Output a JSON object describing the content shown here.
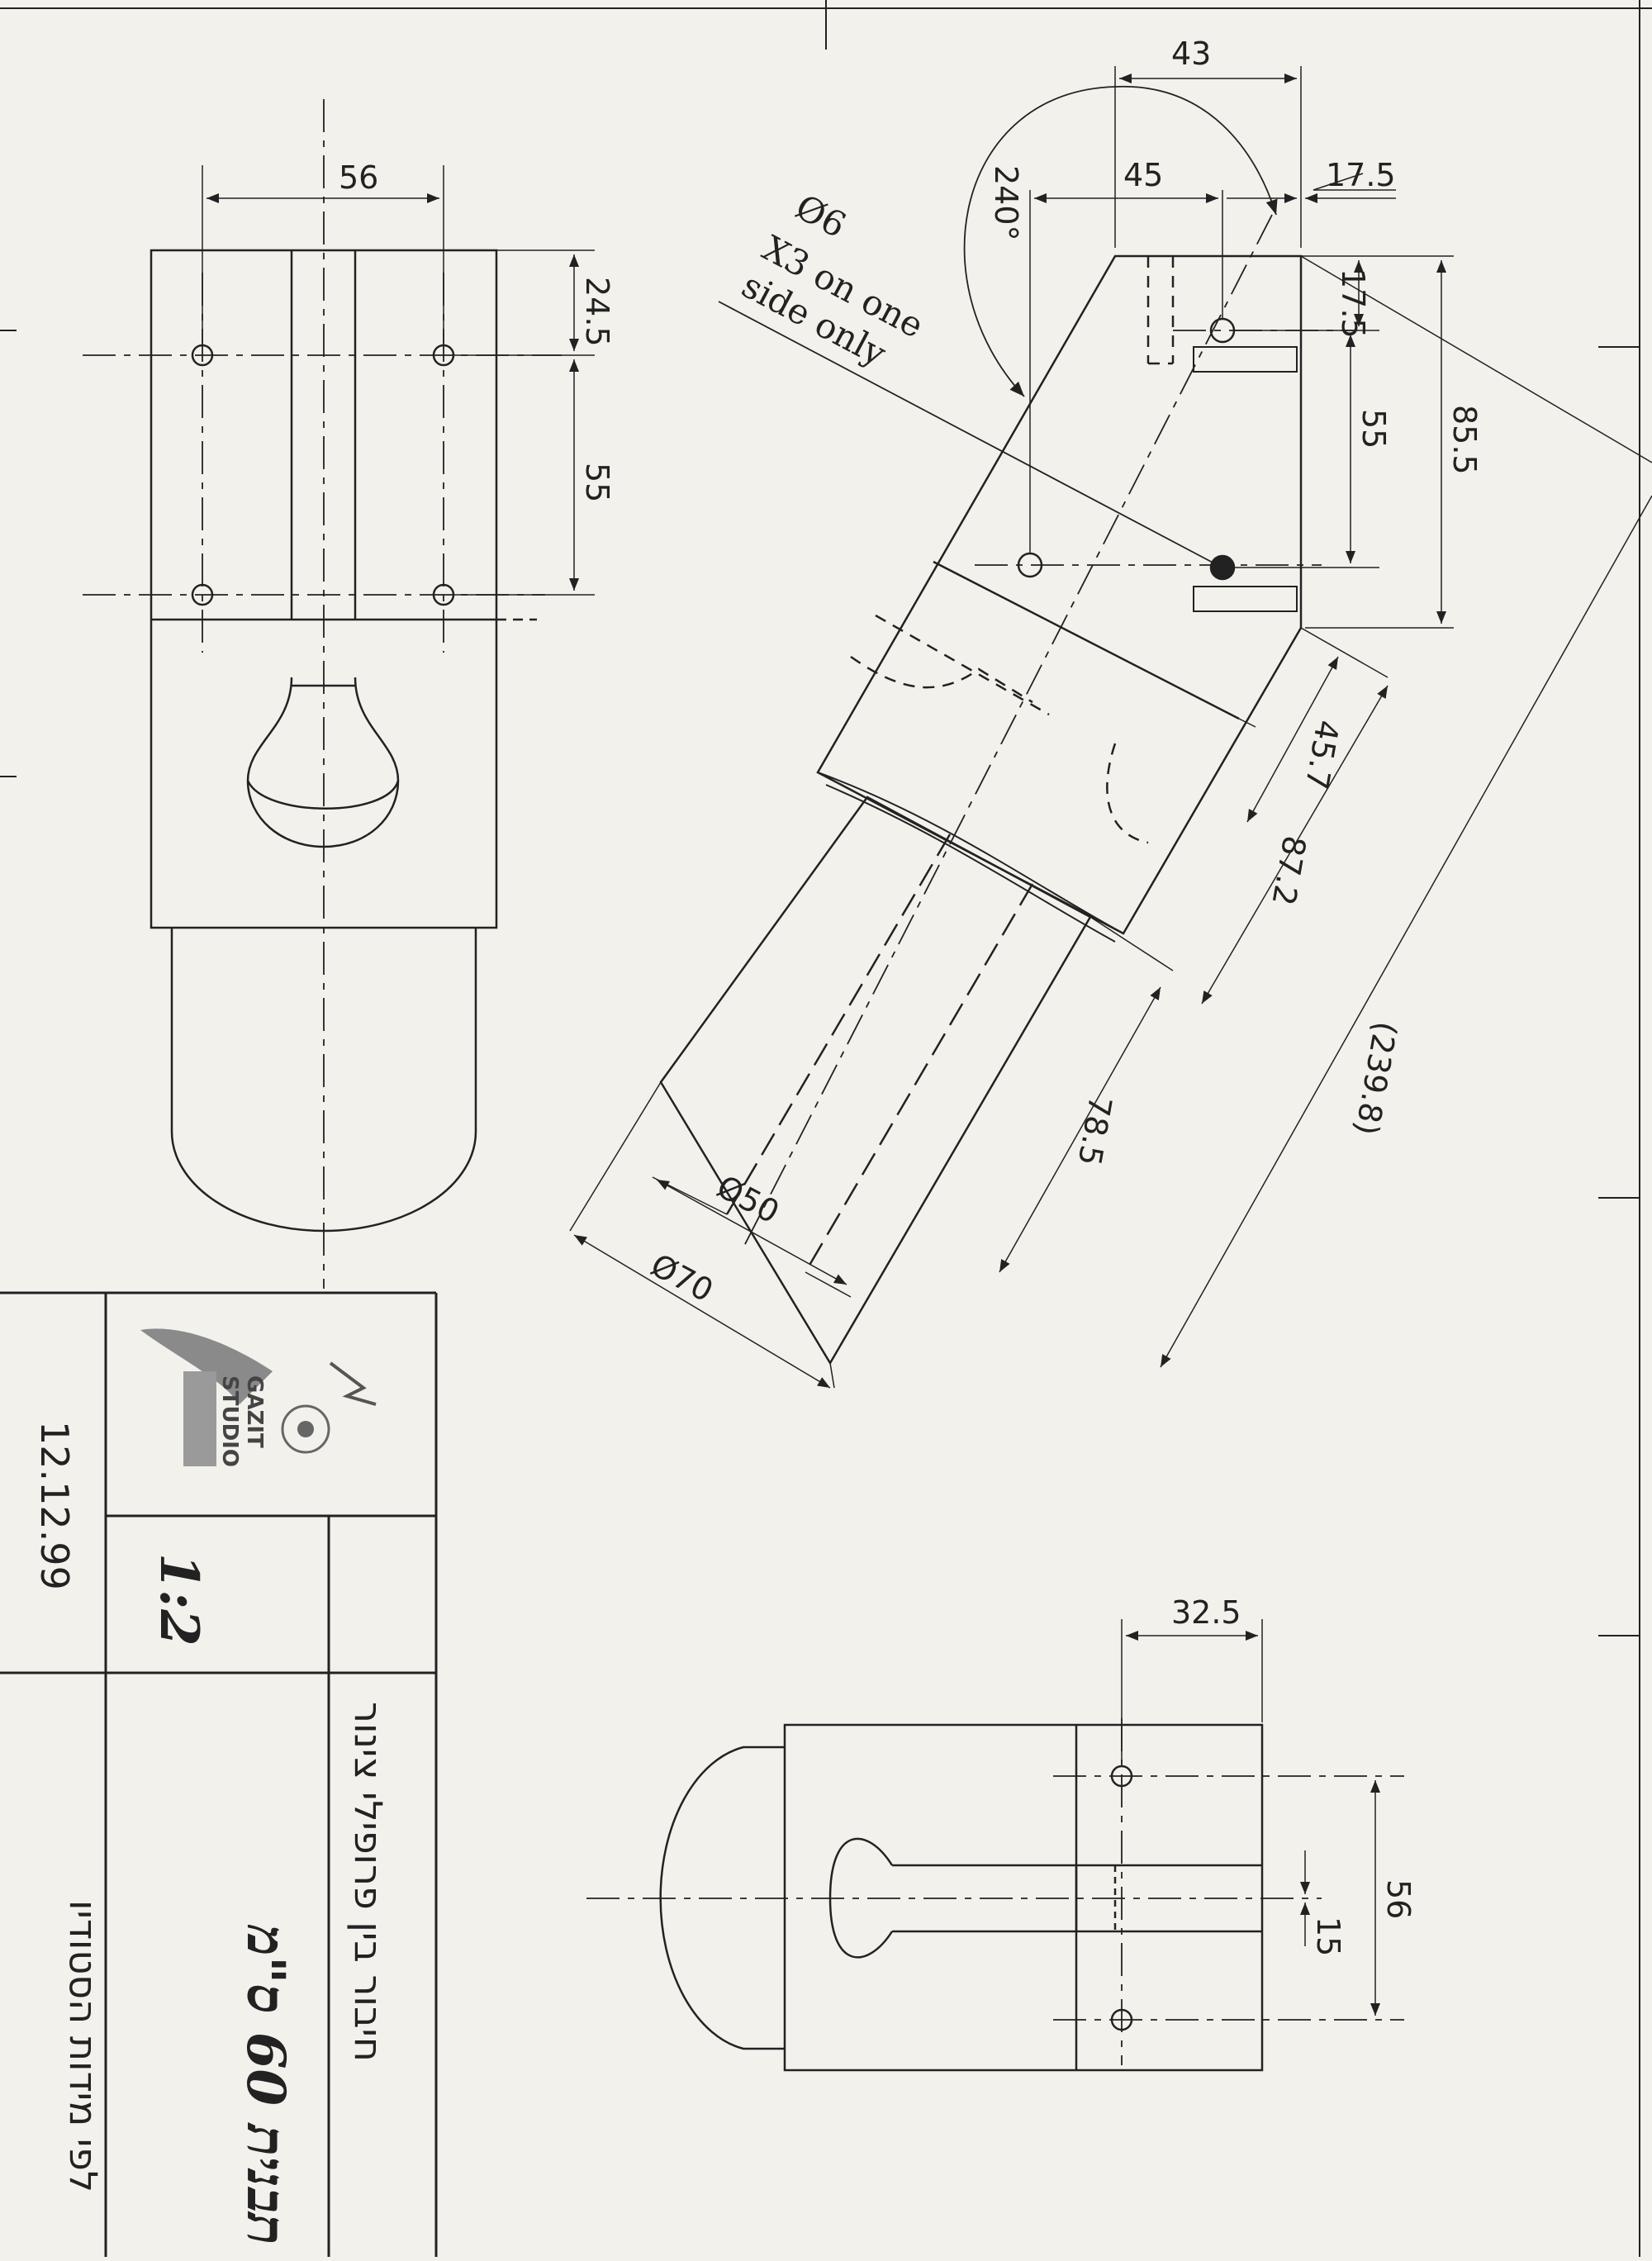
{
  "drawing": {
    "colors": {
      "paper": "#f3f1ec",
      "ink": "#222222",
      "logo_gray": "#8a8a8a"
    },
    "top_view": {
      "dims": {
        "width": "56",
        "top_offset": "24.5",
        "hole_spacing": "55"
      }
    },
    "main_view": {
      "dims": {
        "d43": "43",
        "d45": "45",
        "d17_5_top": "17.5",
        "d17_5_side": "17.5",
        "d55": "55",
        "d85_5": "85.5",
        "d45_7": "45.7",
        "d87_2": "87.2",
        "d239_8": "(239.8)",
        "d78_5": "78.5",
        "dia50": "Ø50",
        "dia70": "Ø70",
        "angle": "240°"
      },
      "note": {
        "line1": "Ø6",
        "line2": "X3 on one",
        "line3": "side only"
      }
    },
    "bottom_view": {
      "dims": {
        "d32_5": "32.5",
        "d56": "56",
        "d15": "15"
      }
    },
    "title_block": {
      "logo_text_line1": "GAZIT",
      "logo_text_line2": "STUDIO",
      "scale": "1:2",
      "date": "12.12.99",
      "title_line1": "תבנית 60 ס\"מ",
      "title_line2": "חיבור בין פרופילי צינור",
      "title_line3": "לפי מידות הסטודיו"
    }
  }
}
